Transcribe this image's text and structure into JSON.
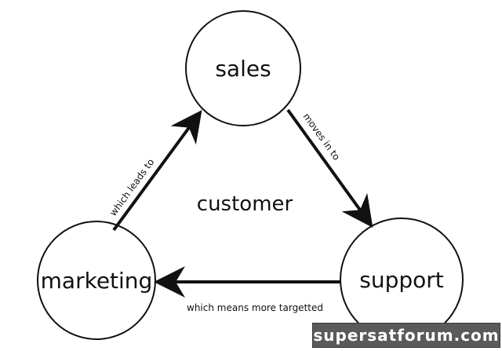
{
  "nodes": {
    "sales": "sales",
    "support": "support",
    "marketing": "marketing"
  },
  "center": "customer",
  "edges": {
    "sales_to_support": "moves in to",
    "support_to_marketing": "which means more targetted",
    "marketing_to_sales": "which leads to"
  },
  "watermark": "supersatforum.com",
  "colors": {
    "stroke": "#111111",
    "background": "#ffffff",
    "watermark_bg": "#5a5a5a",
    "watermark_text": "#ffffff"
  }
}
